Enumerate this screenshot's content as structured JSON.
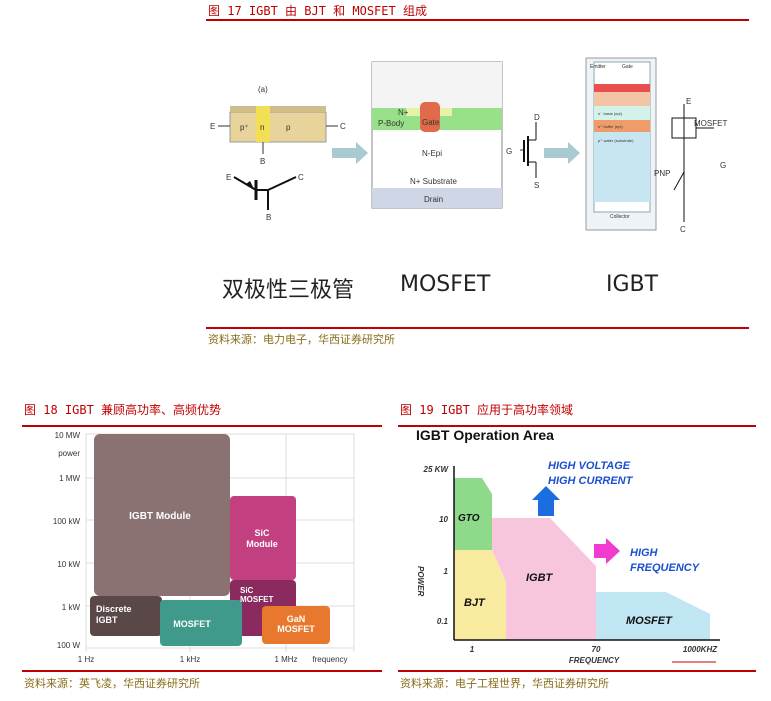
{
  "fig17": {
    "title": "图 17   IGBT 由 BJT 和 MOSFET 组成",
    "source": "资料来源：电力电子，华西证券研究所",
    "captions": {
      "bjt": "双极性三极管",
      "mosfet": "MOSFET",
      "igbt": "IGBT"
    },
    "bjt_labels": {
      "a": "(a)",
      "e": "E",
      "c": "C",
      "b": "B",
      "p1": "p⁺",
      "n": "n",
      "p2": "p"
    },
    "mosfet_labels": {
      "n_plus": "N+",
      "p_body": "P-Body",
      "gate": "Gate",
      "n_epi": "N-Epi",
      "substrate": "N+ Substrate",
      "drain": "Drain",
      "d": "D",
      "g": "G",
      "s": "S"
    },
    "igbt_labels": {
      "emitter": "Emitter",
      "gate": "Gate",
      "base": "n⁻ basis (epi)",
      "buffer": "n⁺ buffer (epi)",
      "wafer": "p⁺ wafer (substrate)",
      "collector": "Collector",
      "e": "E",
      "mosfet": "MOSFET",
      "pnp": "PNP",
      "g": "G",
      "c": "C"
    }
  },
  "fig18": {
    "title": "图 18  IGBT 兼顾高功率、高频优势",
    "source": "资料来源：英飞凌，华西证券研究所",
    "y_ticks": [
      "10 MW",
      "power",
      "1 MW",
      "100 kW",
      "10 kW",
      "1 kW",
      "100 W"
    ],
    "x_ticks": [
      "1 Hz",
      "1 kHz",
      "1 MHz",
      "frequency"
    ],
    "blocks": [
      {
        "label": "IGBT Module",
        "color": "#8a7272"
      },
      {
        "label": "SiC\nModule",
        "color": "#c2407f"
      },
      {
        "label": "SiC\nMOSFET",
        "color": "#8a2a5e"
      },
      {
        "label": "Discrete\nIGBT",
        "color": "#5a4848"
      },
      {
        "label": "MOSFET",
        "color": "#3f9a8c"
      },
      {
        "label": "GaN\nMOSFET",
        "color": "#e8782d"
      }
    ]
  },
  "fig19": {
    "title": "图 19  IGBT 应用于高功率领域",
    "source": "资料来源：电子工程世界，华西证券研究所",
    "heading": "IGBT Operation Area",
    "y_ticks": [
      "25 KW",
      "10",
      "1",
      "0.1"
    ],
    "ylabel": "POWER",
    "x_ticks": [
      "1",
      "70",
      "1000KHZ"
    ],
    "xlabel": "FREQUENCY",
    "regions": [
      "GTO",
      "IGBT",
      "BJT",
      "MOSFET"
    ],
    "annotations": {
      "high_voltage": "HIGH VOLTAGE",
      "high_current": "HIGH CURRENT",
      "high": "HIGH",
      "frequency": "FREQUENCY"
    }
  }
}
